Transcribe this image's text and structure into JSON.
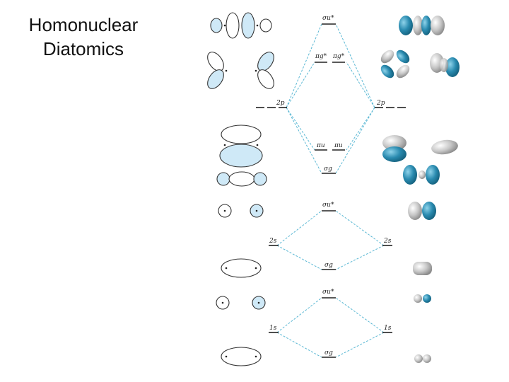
{
  "slide": {
    "title_line1": "Homonuclear",
    "title_line2": "Diatomics"
  },
  "energy_levels": {
    "sigma_u_star_2p": "σu*",
    "pi_g_star_a": "πg*",
    "pi_g_star_b": "πg*",
    "atomic_2p_left": "2p",
    "atomic_2p_right": "2p",
    "pi_u_a": "πu",
    "pi_u_b": "πu",
    "sigma_g_2p": "σg",
    "sigma_u_star_2s": "σu*",
    "atomic_2s_left": "2s",
    "atomic_2s_right": "2s",
    "sigma_g_2s": "σg",
    "sigma_u_star_1s": "σu*",
    "atomic_1s_left": "1s",
    "atomic_1s_right": "1s",
    "sigma_g_1s": "σg"
  },
  "colors": {
    "correlation_lines": "#5bb8d4",
    "orbital_fill_light": "#cfe9f7",
    "orbital_teal": "#2a8bb0",
    "orbital_gray": "#c8c8c8"
  }
}
